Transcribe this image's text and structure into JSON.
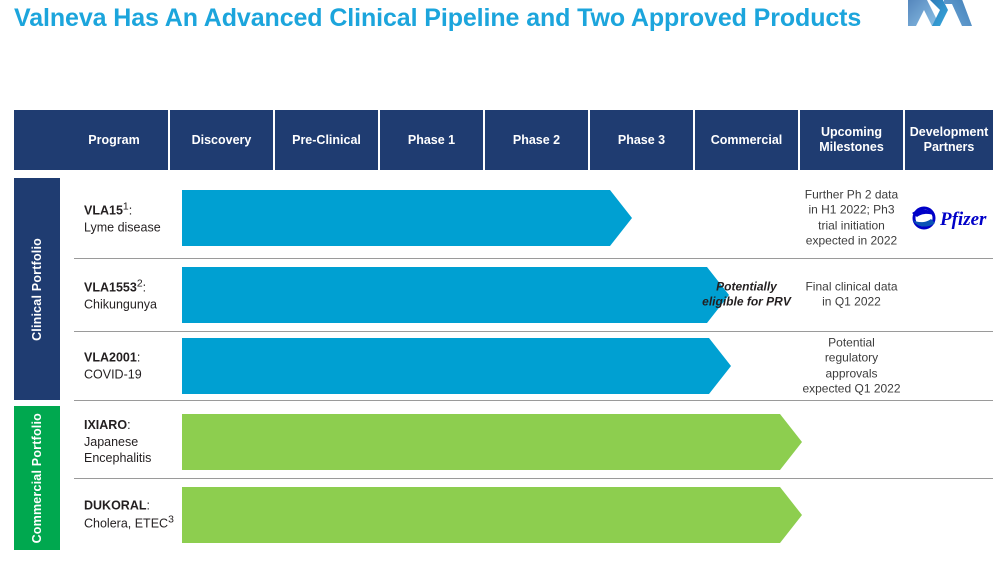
{
  "page_title": "Valneva Has An Advanced Clinical Pipeline and Two Approved Products",
  "brand": {
    "logo_name": "valneva-logo",
    "title_color": "#1CA5DC",
    "header_navy": "#1F3C71",
    "clinical_navy": "#1F3C71",
    "commercial_green": "#00A84F",
    "bar_blue": "#00A0D2",
    "bar_green": "#8DCE4F"
  },
  "table": {
    "columns": [
      {
        "key": "portfolio",
        "label": ""
      },
      {
        "key": "program",
        "label": "Program"
      },
      {
        "key": "discovery",
        "label": "Discovery"
      },
      {
        "key": "preclinical",
        "label": "Pre-Clinical"
      },
      {
        "key": "phase1",
        "label": "Phase 1"
      },
      {
        "key": "phase2",
        "label": "Phase 2"
      },
      {
        "key": "phase3",
        "label": "Phase 3"
      },
      {
        "key": "commercial",
        "label": "Commercial"
      },
      {
        "key": "milestones",
        "label": "Upcoming Milestones"
      },
      {
        "key": "partners",
        "label": "Development Partners"
      }
    ]
  },
  "portfolios": [
    {
      "key": "clinical",
      "label": "Clinical Portfolio",
      "color": "#1F3C71"
    },
    {
      "key": "commercial",
      "label": "Commercial Portfolio",
      "color": "#00A84F"
    }
  ],
  "rows": [
    {
      "id": "vla15",
      "portfolio": "clinical",
      "name": "VLA15",
      "name_sup": "1",
      "indication": "Lyme disease",
      "bar_color": "blue",
      "bar_end_phase": "Phase 2",
      "commercial_note": "",
      "milestone": "Further Ph 2 data in H1 2022; Ph3 trial initiation expected in 2022",
      "partner": "Pfizer",
      "partner_logo": "pfizer-logo"
    },
    {
      "id": "vla1553",
      "portfolio": "clinical",
      "name": "VLA1553",
      "name_sup": "2",
      "indication": "Chikungunya",
      "bar_color": "blue",
      "bar_end_phase": "Phase 3",
      "commercial_note": "Potentially eligible for PRV",
      "milestone": "Final clinical data in Q1 2022",
      "partner": "",
      "partner_logo": ""
    },
    {
      "id": "vla2001",
      "portfolio": "clinical",
      "name": "VLA2001",
      "name_sup": "",
      "indication": "COVID-19",
      "bar_color": "blue",
      "bar_end_phase": "Phase 3",
      "commercial_note": "",
      "milestone": "Potential regulatory approvals expected Q1 2022",
      "partner": "",
      "partner_logo": ""
    },
    {
      "id": "ixiaro",
      "portfolio": "commercial",
      "name": "IXIARO",
      "name_sup": "",
      "indication": "Japanese Encephalitis",
      "bar_color": "green",
      "bar_end_phase": "Commercial",
      "commercial_note": "",
      "milestone": "",
      "partner": "",
      "partner_logo": ""
    },
    {
      "id": "dukoral",
      "portfolio": "commercial",
      "name": "DUKORAL",
      "name_sup": "",
      "indication": "Cholera, ETEC",
      "indication_sup": "3",
      "bar_color": "green",
      "bar_end_phase": "Commercial",
      "commercial_note": "",
      "milestone": "",
      "partner": "",
      "partner_logo": ""
    }
  ]
}
